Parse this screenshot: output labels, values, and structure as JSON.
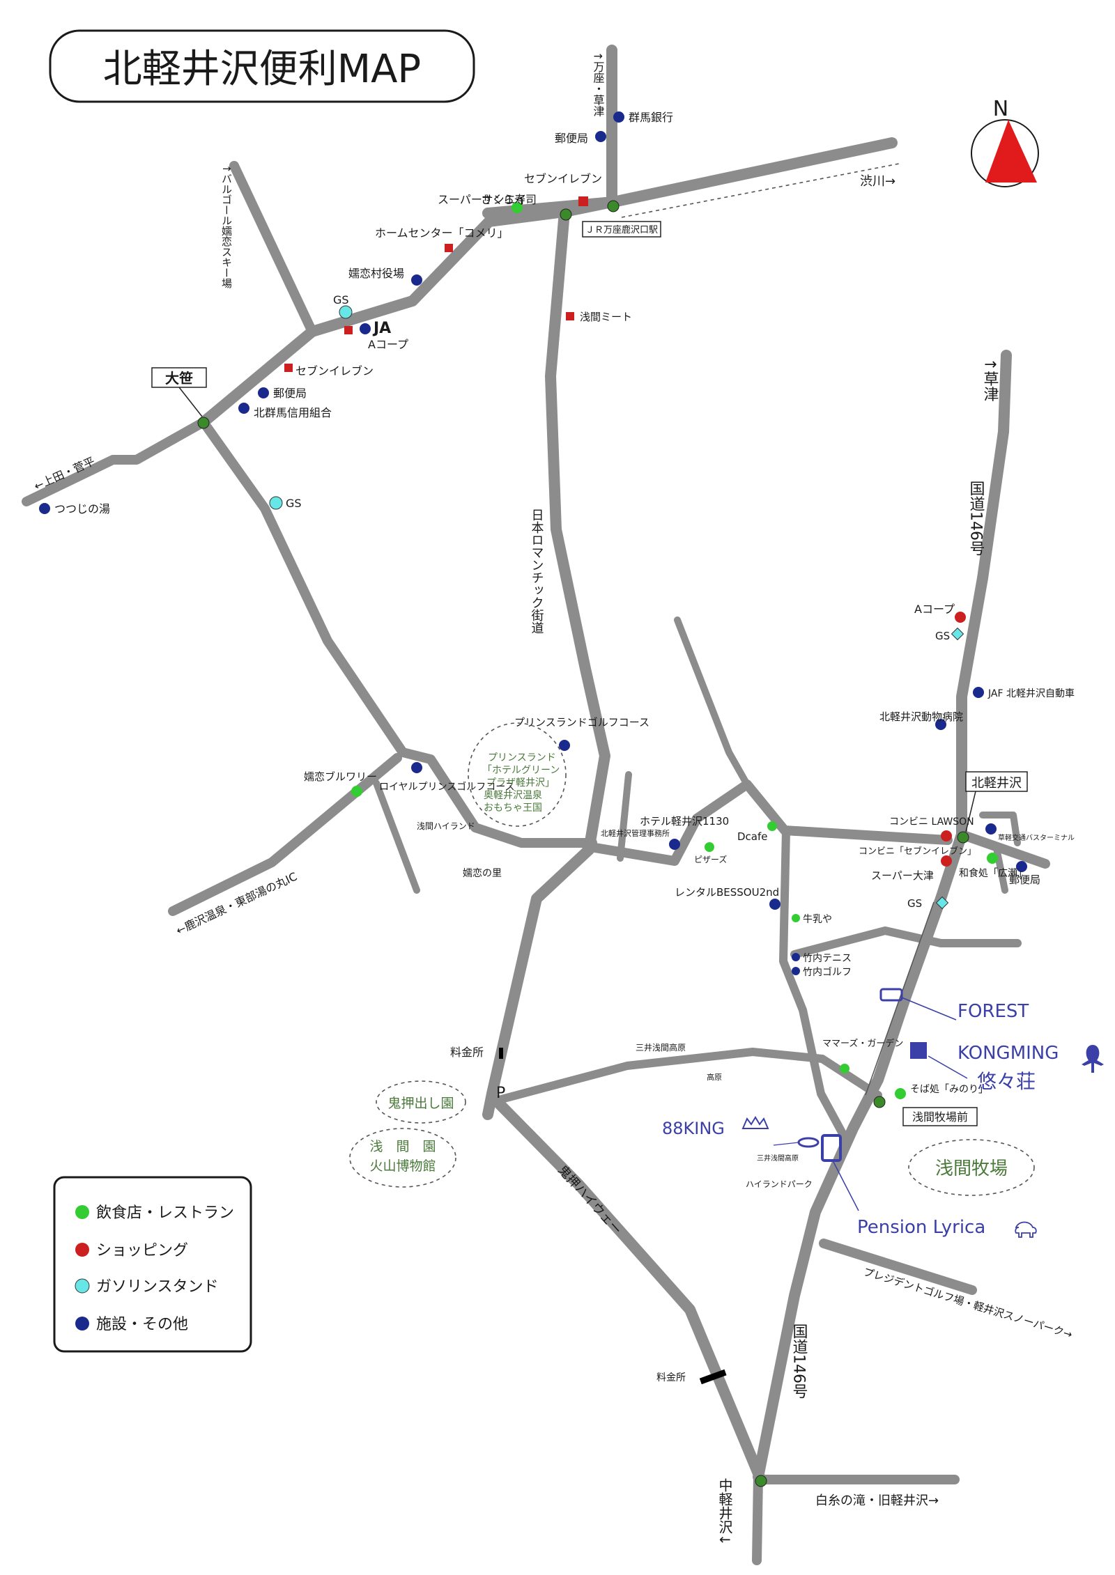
{
  "title": "北軽井沢便利MAP",
  "compass": "N",
  "colors": {
    "road": "#8c8c8c",
    "restaurant": "#33cc33",
    "shopping": "#cc1f1f",
    "gas": "#66e6e6",
    "facility": "#1a2a8c",
    "highlight": "#3b3fa8",
    "area": "#4a7a3a",
    "compass": "#e11b1b"
  },
  "legend": {
    "restaurant": "飲食店・レストラン",
    "shopping": "ショッピング",
    "gas": "ガソリンスタンド",
    "facility": "施設・その他"
  },
  "roads": {
    "manza": "↑万座・草津",
    "shibukawa": "渋川→",
    "kusatsu": "↑草津",
    "barugoru": "↑バルゴール嬬恋スキー場",
    "ueda": "←上田・菅平",
    "kazawa": "←鹿沢温泉・東部湯の丸IC",
    "route146_north": "国道146号",
    "route146_south": "国道146号",
    "asama_route": "日本ロマンチック街道",
    "onioshi_hw": "鬼押ハイウェー",
    "shiraito": "白糸の滝・旧軽井沢→",
    "nakakaruizawa": "中軽井沢↓",
    "president_golf": "プレジデントゴルフ場・軽井沢スノーパーク→"
  },
  "junctions": {
    "osasa": "大笹",
    "kitakaruizawa": "北軽井沢",
    "jr_station": "ＪＲ万座鹿沢口駅",
    "asama_bokujo_mae": "浅間牧場前"
  },
  "pois": {
    "gunma_bank": "群馬銀行",
    "post_manza": "郵便局",
    "seven_manza": "セブンイレブン",
    "sakura_sushi": "さくら寿司",
    "super_santei": "スーパーサンエイ",
    "komeri": "ホームセンター「コメリ」",
    "tsumagoi_office": "嬬恋村役場",
    "gs_north": "GS",
    "ja": "JA",
    "a_coop_north": "Aコープ",
    "asama_meat": "浅間ミート",
    "seven_osasa": "セブンイレブン",
    "post_osasa": "郵便局",
    "kita_gunma_credit": "北群馬信用組合",
    "tsutsuji_onsen": "つつじの湯",
    "gs_west": "GS",
    "prince_golf": "プリンスランドゴルフコース",
    "tsumagoi_brewery": "嬬恋ブルワリー",
    "royal_golf": "ロイヤルプリンスゴルフコース",
    "asama_highland": "浅間ハイランド",
    "tsumagoi_sato": "嬬恋の里",
    "kita_office": "北軽井沢管理事務所",
    "hotel": "ホテル軽井沢1130",
    "pizza": "ピザーズ",
    "dcafe": "Dcafe",
    "bessou": "レンタルBESSOU2nd",
    "gyuya": "牛乳や",
    "takeuchi_tennis": "竹内テニス",
    "takeuchi_golf": "竹内ゴルフ",
    "a_coop_east": "Aコープ",
    "gs_east": "GS",
    "jaf": "JAF 北軽井沢自動車",
    "animal_hospital": "北軽井沢動物病院",
    "lawson": "コンビニ LAWSON",
    "seven_kita": "コンビニ「セブンイレブン」",
    "super_ozu": "スーパー大津",
    "washoku_hirose": "和食処「広瀬」",
    "bus_terminal": "草軽交通バスターミナル",
    "post_kita": "郵便局",
    "gs_kita": "GS",
    "mamas_garden": "ママーズ・ガーデン",
    "soba_minori": "そば処「みのり」",
    "mitsui_highland": "三井浅間高原",
    "mitsui_highland2": "三井浅間高原",
    "highland_park": "ハイランドパーク",
    "takahara": "高原",
    "tollgate1": "料金所",
    "tollgate2": "料金所",
    "parking": "P"
  },
  "areas": {
    "prince_hotel_line1": "プリンスランド",
    "prince_hotel_line2": "「ホテルグリーン",
    "prince_hotel_line3": "プラザ軽井沢」",
    "prince_hotel_line4": "奥軽井沢温泉",
    "prince_hotel_line5": "おもちゃ王国",
    "onioshidashi": "鬼押出し園",
    "asama_en_line1": "浅　間　園",
    "asama_en_line2": "火山博物館",
    "asama_bokujo": "浅間牧場"
  },
  "highlights": {
    "forest": "FOREST",
    "kongming": "KONGMING",
    "yuyuso": "悠々荘",
    "king88": "88KING",
    "lyrica": "Pension Lyrica"
  }
}
